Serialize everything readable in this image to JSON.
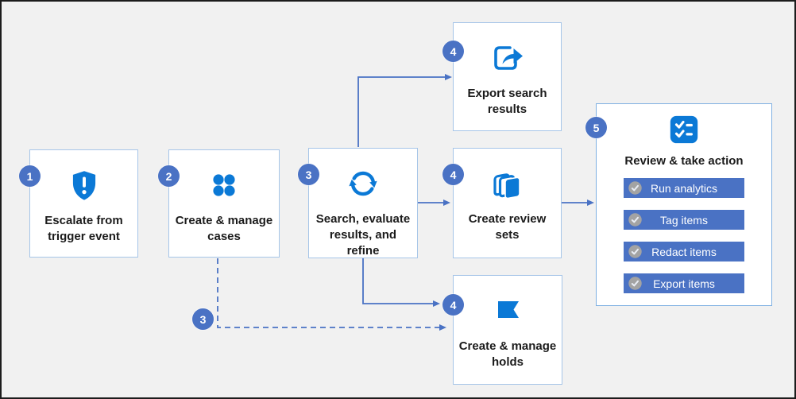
{
  "diagram": {
    "background": "#f1f1f1",
    "frame_border": "#1c1c1c",
    "accent_blue": "#0b79d6",
    "badge_blue": "#4a72c4",
    "connector_blue": "#4a72c4",
    "box_border": "#a6c5e8",
    "panel_border": "#7fb0e2",
    "action_check_circle": "#a3a3a3"
  },
  "nodes": [
    {
      "id": "escalate",
      "badge": "1",
      "label": "Escalate from trigger event",
      "icon": "shield-exclamation-icon"
    },
    {
      "id": "cases",
      "badge": "2",
      "label": "Create & manage cases",
      "icon": "grid-dots-icon"
    },
    {
      "id": "search",
      "badge": "3",
      "label": "Search, evaluate results, and refine",
      "icon": "sync-arrows-icon"
    },
    {
      "id": "export_search",
      "badge": "4",
      "label": "Export search results",
      "icon": "share-export-icon"
    },
    {
      "id": "review_sets",
      "badge": "4",
      "label": "Create review sets",
      "icon": "stacked-pages-icon"
    },
    {
      "id": "holds",
      "badge": "4",
      "label": "Create & manage holds",
      "icon": "flag-icon"
    }
  ],
  "panel": {
    "badge": "5",
    "title": "Review & take action",
    "icon": "checklist-icon",
    "actions": [
      "Run analytics",
      "Tag items",
      "Redact items",
      "Export items"
    ]
  },
  "dashed_branch_badge": "3"
}
